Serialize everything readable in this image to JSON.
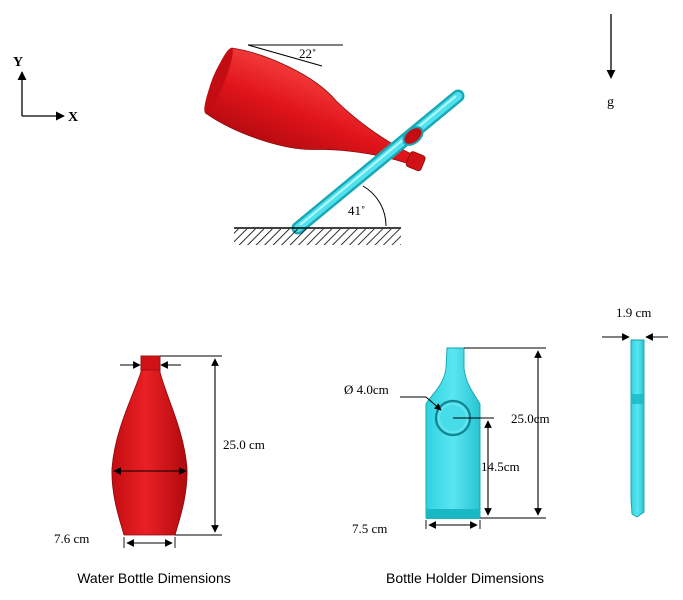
{
  "axes": {
    "y_label": "Y",
    "x_label": "X",
    "gravity_label": "g"
  },
  "top_view": {
    "bottle_angle": "22˚",
    "holder_angle": "41˚"
  },
  "bottle": {
    "neck_width": "",
    "height": "25.0 cm",
    "base_width": "7.6 cm",
    "caption": "Water Bottle Dimensions"
  },
  "holder": {
    "hole_diameter": "Ø 4.0cm",
    "height": "25.0cm",
    "hole_height": "14.5cm",
    "width": "7.5 cm",
    "thickness": "1.9 cm",
    "caption": "Bottle Holder Dimensions"
  },
  "colors": {
    "bottle_red": "#e0141a",
    "bottle_dark": "#a80a0e",
    "holder_cyan": "#40e0ee",
    "holder_dark": "#18b8c4"
  }
}
